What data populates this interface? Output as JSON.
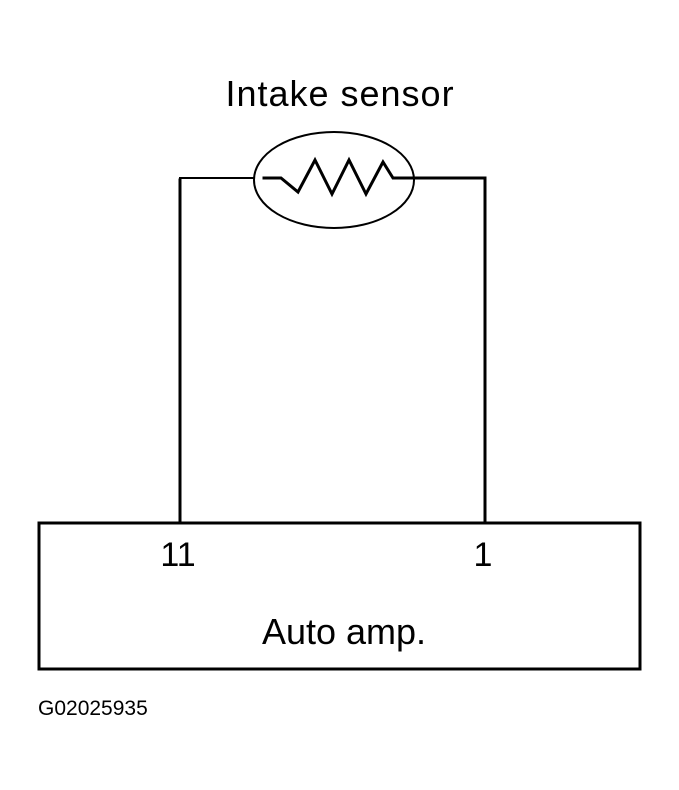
{
  "sensor": {
    "label": "Intake sensor",
    "symbol": "resistor-icon"
  },
  "unit": {
    "label": "Auto amp.",
    "terminals": [
      {
        "pin": "11"
      },
      {
        "pin": "1"
      }
    ]
  },
  "figure_id": "G02025935",
  "colors": {
    "line": "#000000",
    "background": "#ffffff"
  }
}
